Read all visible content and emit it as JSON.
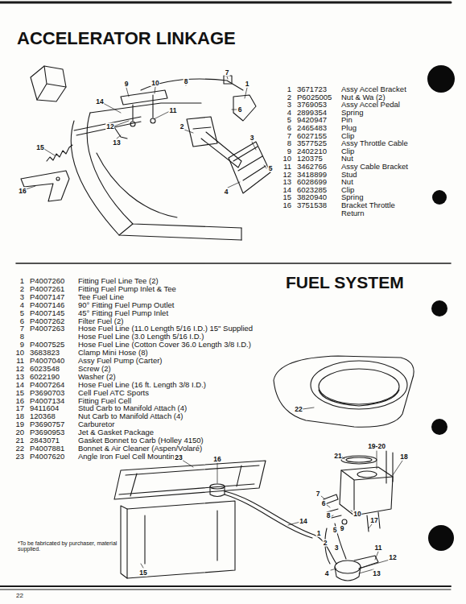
{
  "diagram": {
    "title": "ACCELERATOR LINKAGE",
    "labels": [
      "FUEL SYSTEM",
      "1",
      "3671723",
      "Assy Accel Bracket",
      "2",
      "P6025005",
      "Nut & Wa (2)",
      "3",
      "3769053",
      "Assy Accel Pedal",
      "4",
      "2899354",
      "Spring",
      "5",
      "9420947",
      "Pin",
      "6",
      "2465483",
      "Plug",
      "7",
      "6027155",
      "Clip",
      "8",
      "3577525",
      "Assy Throttle Cable",
      "9",
      "2402210",
      "Clip",
      "10",
      "120375",
      "Nut",
      "11",
      "3462766",
      "Assy Cable Bracket",
      "12",
      "3418899",
      "Stud",
      "13",
      "6028699",
      "Nut",
      "14",
      "6023285",
      "Clip",
      "15",
      "3820940",
      "Spring",
      "16",
      "3751538",
      "Bracket Throttle Return",
      "1",
      "2",
      "3",
      "4",
      "5",
      "6",
      "7",
      "8",
      "9",
      "10",
      "11",
      "12",
      "13",
      "14",
      "15",
      "16",
      "1",
      "P4007260",
      "Fitting Fuel Line Tee (2)",
      "2",
      "P4007261",
      "Fitting Fuel Pump Inlet & Tee",
      "3",
      "P4007147",
      "Tee Fuel Line",
      "4",
      "P4007146",
      "90° Fitting Fuel Pump Outlet",
      "5",
      "P4007145",
      "45° Fitting Fuel Pump Inlet",
      "6",
      "P4007262",
      "Filter Fuel (2)",
      "7",
      "P4007263",
      "Hose Fuel Line (11.0 Length 5/16 I.D.) 15\" Supplied",
      "8",
      "Hose Fuel Line (3.0 Length 5/16 I.D.)",
      "9",
      "P4007525",
      "Hose Fuel Line (Cotton Cover 36.0 Length 3/8 I.D.)",
      "10",
      "3683823",
      "Clamp Mini Hose (8)",
      "11",
      "P4007040",
      "Assy Fuel Pump (Carter)",
      "12",
      "6023548",
      "Screw (2)",
      "13",
      "6022190",
      "Washer (2)",
      "14",
      "P4007264",
      "Hose Fuel Line (16 ft. Length 3/8 I.D.)",
      "15",
      "P3690703",
      "Cell Fuel ATC Sports",
      "16",
      "P4007134",
      "Fitting Fuel Cell",
      "17",
      "9411604",
      "Stud Carb to Manifold Attach (4)",
      "18",
      "120368",
      "Nut Carb to Manifold Attach (4)",
      "19",
      "P3690757",
      "Carburetor",
      "20",
      "P3690953",
      "Jet & Gasket Package",
      "21",
      "2843071",
      "Gasket Bonnet to Carb (Holley 4150)",
      "22",
      "P4007881",
      "Bonnet & Air Cleaner (Aspen/Volaré)",
      "23",
      "P4007620",
      "Angle Iron Fuel Cell Mounting",
      "23",
      "16",
      "15",
      "14",
      "22",
      "21",
      "19-20",
      "18",
      "7",
      "6",
      "8",
      "9",
      "10",
      "5",
      "1",
      "2",
      "3",
      "17",
      "11",
      "12",
      "13",
      "4",
      "*To be fabricated by purchaser, material supplied.",
      "22"
    ]
  }
}
